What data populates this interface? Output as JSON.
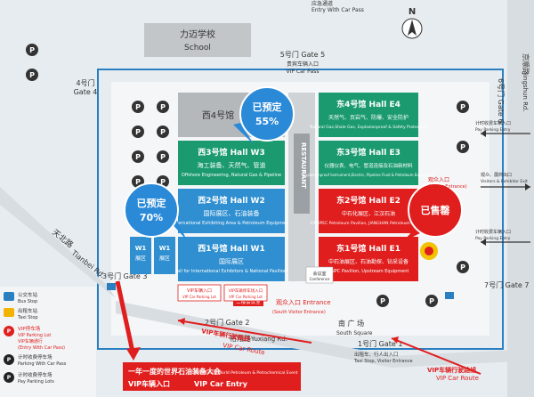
{
  "compass": {
    "north": "N"
  },
  "school": {
    "cn": "力迈学校",
    "en": "School"
  },
  "gates": {
    "g4_cn": "4号门",
    "g4_en": "Gate 4",
    "g5": "5号门 Gate 5",
    "g5_sub": "贵宾车辆入口",
    "g5_sub_en": "VIP Car Pass",
    "g6": "6号门 Gate 6",
    "g3": "3号门 Gate 3",
    "g2": "2号门 Gate 2",
    "g1": "1号门 Gate 1",
    "g7": "7号门 Gate 7",
    "exit_cn": "应急通道",
    "exit_en": "Entry With Car Pass"
  },
  "roads": {
    "jingshun_cn": "京顺路",
    "jingshun_en": "Jingshun Rd.",
    "tianbei_cn": "天北路",
    "tianbei_en": "Tianbei Rd.",
    "yuxiang_cn": "裕翔路",
    "yuxiang_en": "Yuxiang Rd."
  },
  "halls": {
    "w4": "西4号馆",
    "w3_title": "西3号馆  Hall W3",
    "w3_cn": "海工装备、天然气、管道",
    "w3_en": "Offshore Engineering, Natural Gas & Pipeline",
    "w2_title": "西2号馆  Hall W2",
    "w2_cn": "国际展区、石油装备",
    "w2_en": "International Exhibiting Area & Petroleum Equipment",
    "w1_title": "西1号馆  Hall W1",
    "w1_cn": "国际展区",
    "w1_en": "Hall for International Exhibitors & National Pavilions",
    "e4_title": "东4号馆  Hall E4",
    "e4_cn": "天然气、页岩气、防爆、安全防护",
    "e4_en": "Natural Gas,Shale Gas, Explosionproof & Safety Protection",
    "e3_title": "东3号馆  Hall E3",
    "e3_cn": "仪器仪表、电气、管道连接及石油新材料",
    "e3_en": "Explosionproof Instrument,Electric, Pipeline Fluid & Petroleum Equipment",
    "e2_title": "东2号馆  Hall E2",
    "e2_cn": "中石化展区、江汉石油",
    "e2_en": "SINOPEC Petroleum Pavilion, JIANGHAN Petroleum Pavilion",
    "e1_title": "东1号馆  Hall E1",
    "e1_cn": "中石油展区、石油勘探、钻采设备",
    "e1_en": "CNPC Pavilion, Upstream Equipment",
    "w1a": "W1",
    "w1a_sub": "展区",
    "w1b": "W1",
    "w1b_sub": "展区",
    "restaurant": "RESTAURANT",
    "conference": "会议室",
    "conference_en": "Conference"
  },
  "bubbles": {
    "booked55_cn": "已预定",
    "booked55_pct": "55%",
    "booked70_cn": "已预定",
    "booked70_pct": "70%",
    "sold_out": "已售罄"
  },
  "entrances": {
    "visitor_e_cn": "观众入口",
    "visitor_e_en": "(Visitor Entrance)",
    "visitor_s_cn": "观众入口 Entrance",
    "visitor_s_en": "(South Visitor Entrance)",
    "vip_parking_cn": "VIP车辆停车场入口",
    "vip_parking_en": "VIP Car Parking Lot",
    "vip_gate3_cn": "VIP车辆入口",
    "vip_gate3_en": "VIP Car Parking Lot",
    "second_cn": "二楼会议室",
    "east_cn": "观众、展商出口",
    "east_en": "Visitors & Exhibitor Exit",
    "pay_parking1_cn": "计时收费车辆入口",
    "pay_parking1_en": "Pay Parking Entry",
    "pay_parking2_cn": "计时收费车辆入口",
    "pay_parking2_en": "Pay Parking Entry",
    "taxi_cn": "出租车、行人出入口",
    "taxi_en": "Taxi Stop, Visitor Entrance",
    "south_square_cn": "南 广 场",
    "south_square_en": "South Square"
  },
  "vip_routes": {
    "route1_cn": "VIP车辆行驶路线",
    "route1_en": "VIP Car Route",
    "route2_cn": "VIP车辆行驶路线",
    "route2_en": "VIP Car Route"
  },
  "banner": {
    "line1_cn": "一年一度的世界石油装备大会",
    "line1_en": "The Annual World Petroleum & Petrochemical Event",
    "line2_cn": "VIP车辆入口",
    "line2_en": "VIP Car Entry"
  },
  "legend": [
    {
      "cn": "公交车站",
      "en": "Bus Stop",
      "icon": "bus-icon",
      "color": "#2a7fc1"
    },
    {
      "cn": "出租车站",
      "en": "Taxi Stop",
      "icon": "taxi-icon",
      "color": "#f2b400"
    },
    {
      "cn": "VIP停车场",
      "en": "VIP Parking Lot",
      "icon": "vip-parking-icon",
      "color": "#e02020"
    },
    {
      "cn": "VIP车辆通行",
      "en": "(Entry With Car Pass)",
      "icon": "",
      "color": "#e02020"
    },
    {
      "cn": "计时收费停车场",
      "en": "Parking With Car Pass",
      "icon": "paid-parking-icon",
      "color": "#222222"
    },
    {
      "cn": "计时收费停车场",
      "en": "Pay Parking Lots",
      "icon": "pay-parking-icon",
      "color": "#222222"
    }
  ],
  "colors": {
    "green": "#1a9a6e",
    "blue": "#2f8fd0",
    "red": "#e01e1e",
    "gray": "#a8acae",
    "bubble": "#2b8ad8"
  }
}
